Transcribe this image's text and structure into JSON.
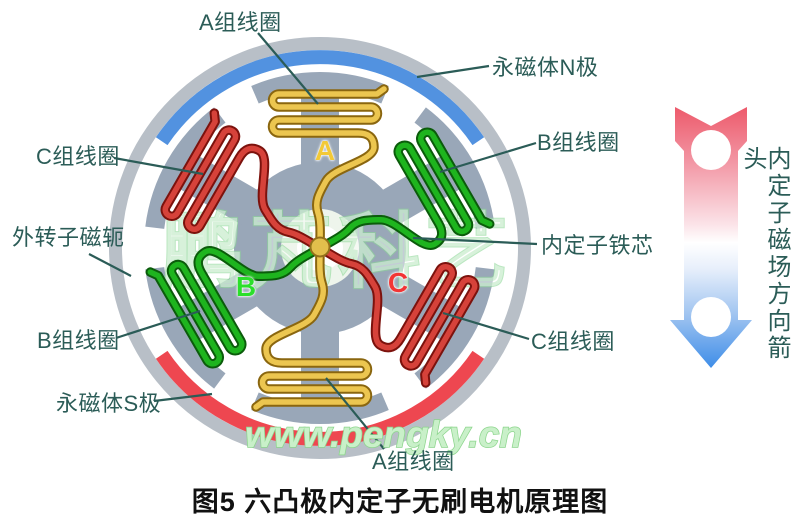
{
  "figure": {
    "caption": "图5 六凸极内定子无刷电机原理图"
  },
  "labels": {
    "coil_a_top": "A组线圈",
    "magnet_n": "永磁体N极",
    "coil_b_right": "B组线圈",
    "coil_c_left": "C组线圈",
    "rotor_yoke": "外转子磁轭",
    "stator_core": "内定子铁芯",
    "coil_b_left": "B组线圈",
    "magnet_s": "永磁体S极",
    "coil_c_right": "C组线圈",
    "coil_a_bottom": "A组线圈"
  },
  "phase_letters": {
    "a": "A",
    "b": "B",
    "c": "C"
  },
  "field_arrow": {
    "label": "内定子磁场方向箭头",
    "top_color": "#ed5a6b",
    "bottom_color": "#3e8de8"
  },
  "watermark": {
    "cjk": "鹏芃科艺",
    "url": "www.pengky.cn"
  },
  "colors": {
    "phase_a_wire": "#ecc650",
    "phase_b_wire": "#1eb41e",
    "phase_c_wire": "#d6423a",
    "magnet_n_arc": "#5292e0",
    "magnet_s_arc": "#ee4750",
    "rotor_ring": "#b8bfc7",
    "stator_core_fill": "#99a7b8",
    "label_text": "#2b5c57"
  }
}
